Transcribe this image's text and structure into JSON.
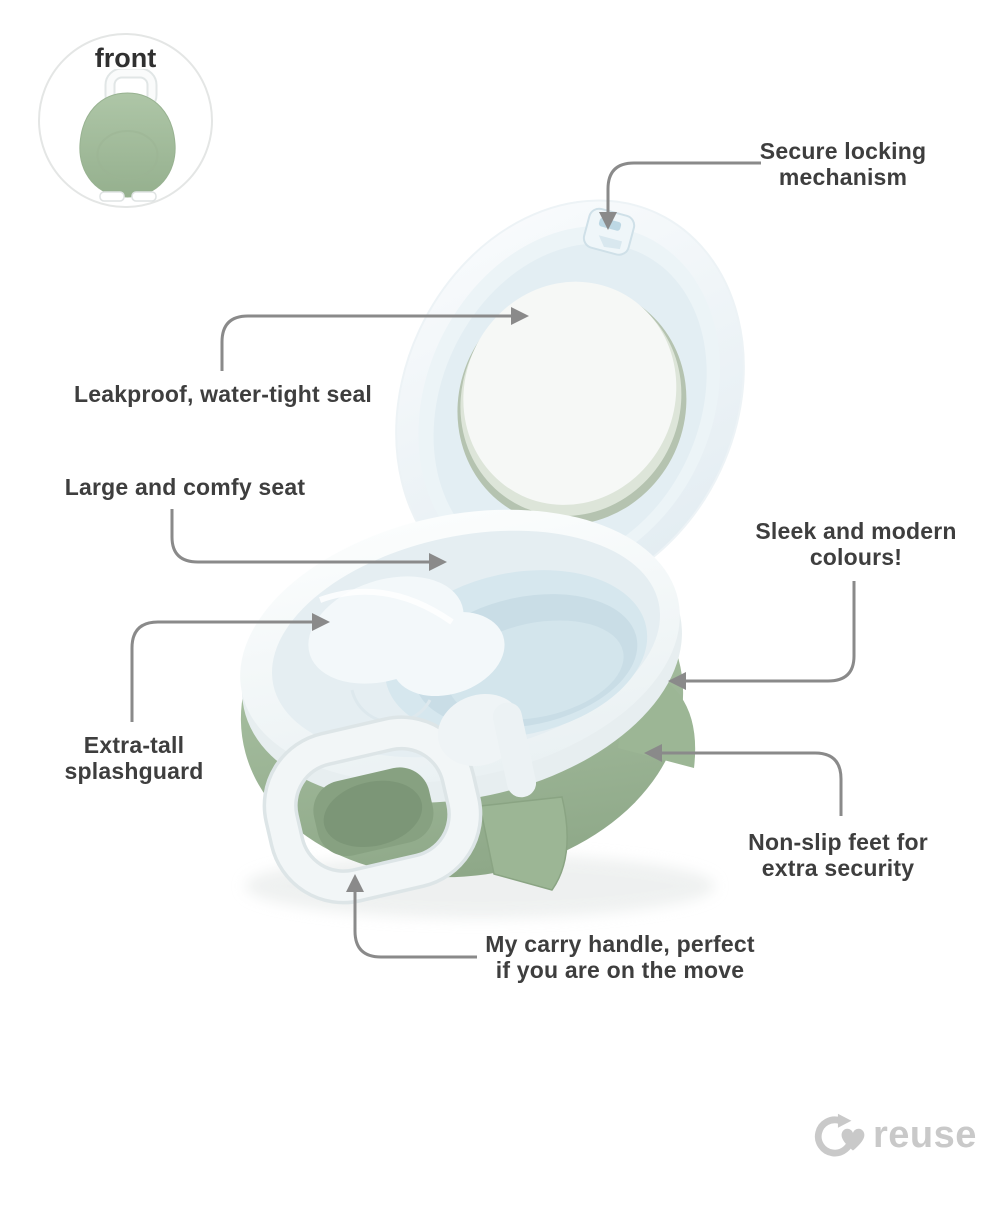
{
  "front_view": {
    "label": "front"
  },
  "callouts": {
    "secure_locking": {
      "line1": "Secure locking",
      "line2": "mechanism"
    },
    "leakproof": {
      "line1": "Leakproof, water-tight seal"
    },
    "comfy_seat": {
      "line1": "Large and comfy seat"
    },
    "colours": {
      "line1": "Sleek and modern",
      "line2": "colours!"
    },
    "splashguard": {
      "line1": "Extra-tall",
      "line2": "splashguard"
    },
    "nonslip_feet": {
      "line1": "Non-slip feet for",
      "line2": "extra security"
    },
    "carry_handle": {
      "line1": "My carry handle, perfect",
      "line2": "if you are on the move"
    }
  },
  "logo": {
    "text": "reuse"
  },
  "colors": {
    "background": "#ffffff",
    "label_text": "#3e3e3e",
    "leader_line": "#8a8a8a",
    "product_green": "#a7c1a0",
    "product_green_dark": "#8ea888",
    "lid_tint": "#e9f2f6",
    "bowl_tint": "#d6e7ee",
    "logo_gray": "#c9c9c9"
  }
}
